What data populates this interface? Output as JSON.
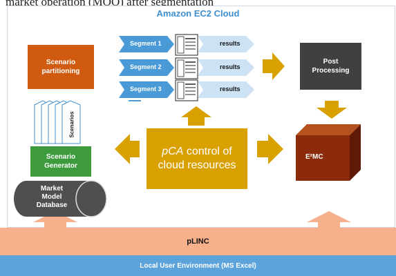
{
  "caption": "market operation (MOO) after segmentation",
  "cloud": {
    "title": "Amazon EC2 Cloud"
  },
  "scenario_partitioning": {
    "label_line1": "Scenario",
    "label_line2": "partitioning"
  },
  "segments": [
    {
      "label": "Segment 1",
      "result": "results"
    },
    {
      "label": "Segment 2",
      "result": "results"
    },
    {
      "label": "Segment 3",
      "result": "results"
    }
  ],
  "post_processing": {
    "label_line1": "Post",
    "label_line2": "Processing"
  },
  "scenarios_stack": {
    "label": "Scenarios"
  },
  "scenario_generator": {
    "label_line1": "Scenario",
    "label_line2": "Generator"
  },
  "pca": {
    "prefix": "pCA",
    "line1_rest": " control of",
    "line2": "cloud resources"
  },
  "e2mc": {
    "label": "E²MC"
  },
  "database": {
    "line1": "Market",
    "line2": "Model",
    "line3": "Database"
  },
  "plinc": {
    "label": "pLINC"
  },
  "local_env": {
    "label": "Local User Environment (MS Excel)"
  },
  "colors": {
    "orange": "#cf5a10",
    "dark_gray": "#404040",
    "gold": "#d8a100",
    "green": "#3d9b3d",
    "maroon": "#8c2a0c",
    "blue_title": "#3d8fd0",
    "peach": "#f6b08b",
    "blue_bar": "#5ca3dc",
    "segment_blue": "#4a9ad8",
    "light_blue": "#cde3f5"
  }
}
